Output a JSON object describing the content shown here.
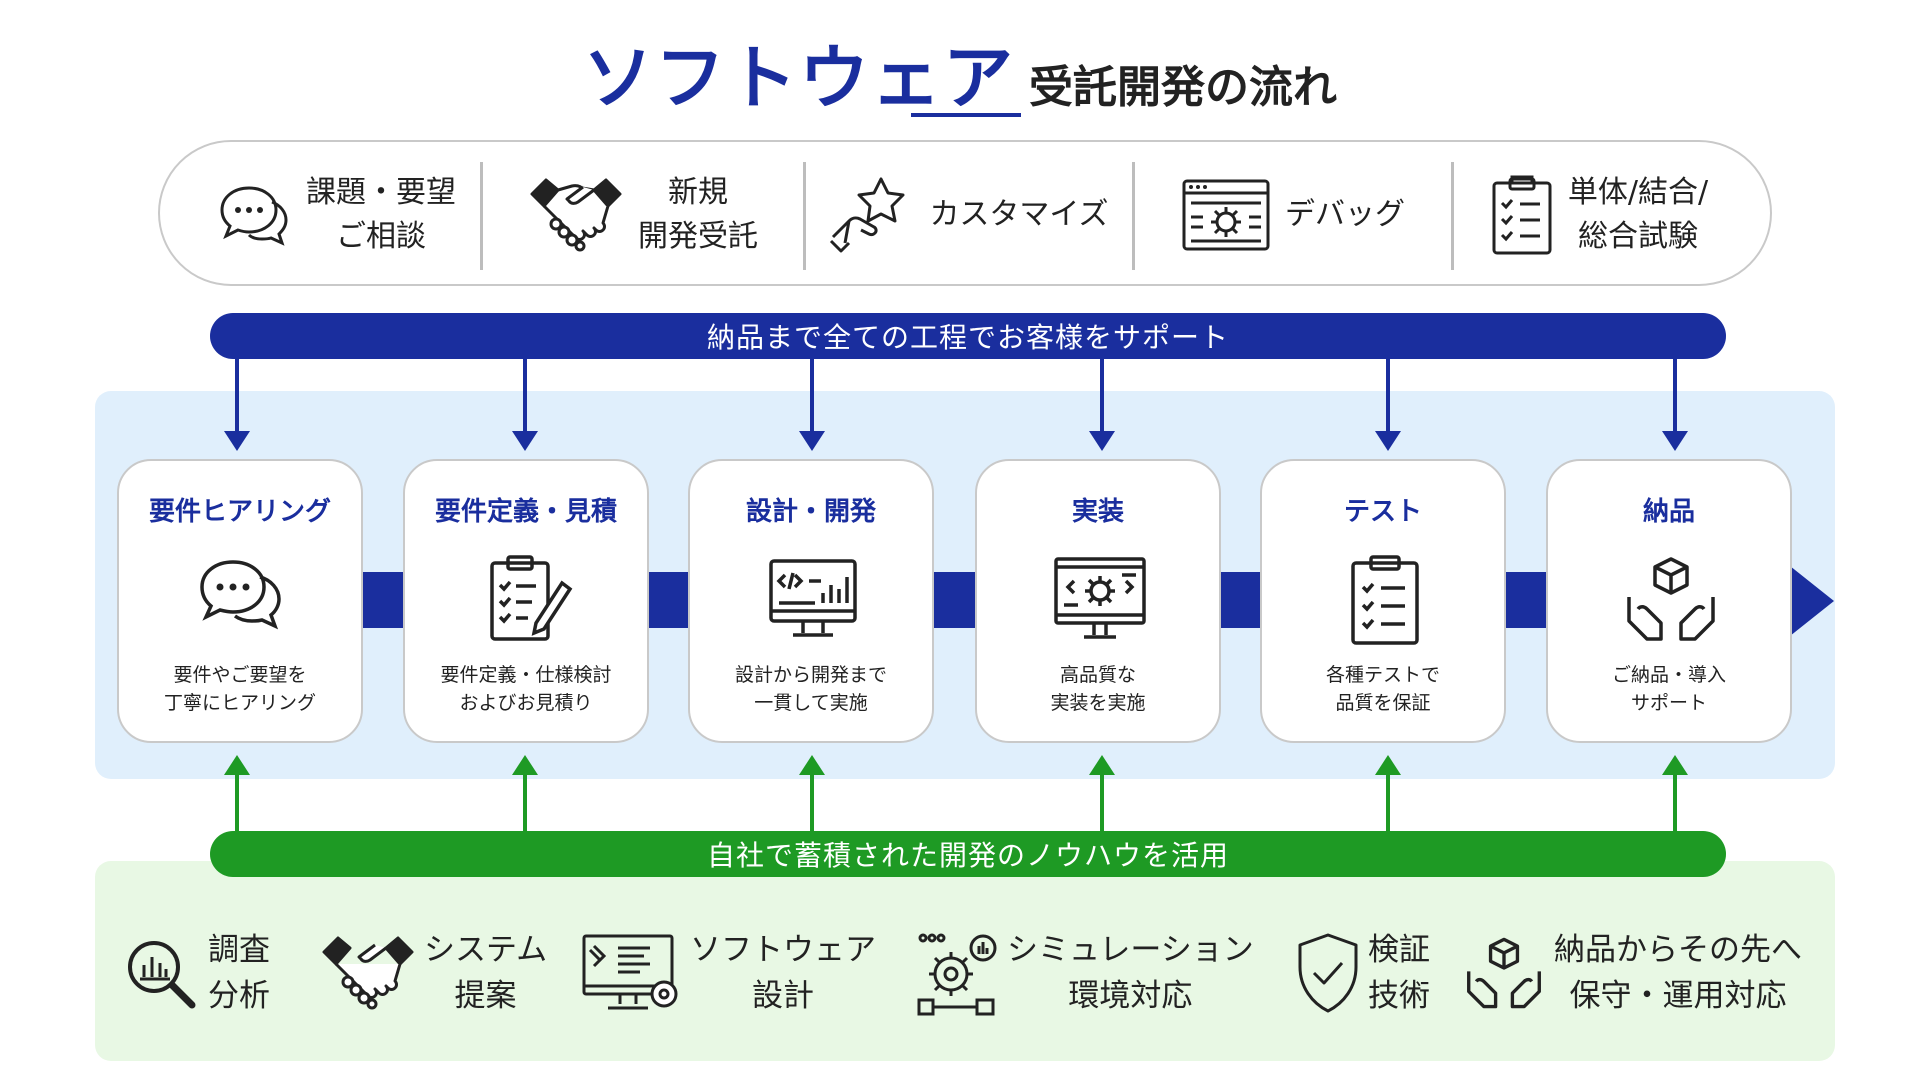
{
  "title": {
    "main": "ソフトウェア",
    "sub": "受託開発の流れ"
  },
  "top_items": [
    {
      "icon": "chat-bubbles-icon",
      "lines": [
        "課題・要望",
        "ご相談"
      ]
    },
    {
      "icon": "handshake-icon",
      "lines": [
        "新規",
        "開発受託"
      ]
    },
    {
      "icon": "star-hand-icon",
      "lines": [
        "カスタマイズ"
      ]
    },
    {
      "icon": "settings-window-icon",
      "lines": [
        "デバッグ"
      ]
    },
    {
      "icon": "checklist-clipboard-icon",
      "lines": [
        "単体/結合/",
        "総合試験"
      ]
    }
  ],
  "support_bar": "納品まで全ての工程でお客様をサポート",
  "steps": [
    {
      "title": "要件ヒアリング",
      "icon": "chat-bubbles-icon",
      "desc": [
        "要件やご要望を",
        "丁寧にヒアリング"
      ]
    },
    {
      "title": "要件定義・見積",
      "icon": "clipboard-pencil-icon",
      "desc": [
        "要件定義・仕様検討",
        "およびお見積り"
      ]
    },
    {
      "title": "設計・開発",
      "icon": "code-monitor-icon",
      "desc": [
        "設計から開発まで",
        "一貫して実施"
      ]
    },
    {
      "title": "実装",
      "icon": "gear-screen-icon",
      "desc": [
        "高品質な",
        "実装を実施"
      ]
    },
    {
      "title": "テスト",
      "icon": "checklist-clipboard-icon",
      "desc": [
        "各種テストで",
        "品質を保証"
      ]
    },
    {
      "title": "納品",
      "icon": "box-hands-icon",
      "desc": [
        "ご納品・導入",
        "サポート"
      ]
    }
  ],
  "knowhow_bar": "自社で蓄積された開発のノウハウを活用",
  "bottom_items": [
    {
      "icon": "magnifier-chart-icon",
      "lines": [
        "調査",
        "分析"
      ]
    },
    {
      "icon": "handshake-icon",
      "lines": [
        "システム",
        "提案"
      ]
    },
    {
      "icon": "monitor-tools-icon",
      "lines": [
        "ソフトウェア",
        "設計"
      ]
    },
    {
      "icon": "simulation-gear-icon",
      "lines": [
        "シミュレーション",
        "環境対応"
      ]
    },
    {
      "icon": "shield-check-icon",
      "lines": [
        "検証",
        "技術"
      ]
    },
    {
      "icon": "box-hands-icon",
      "lines": [
        "納品からその先へ",
        "保守・運用対応"
      ]
    }
  ],
  "colors": {
    "blue": "#1a2e9e",
    "green": "#1e9a24",
    "light_blue": "#e0effc",
    "light_green": "#e8f8e4"
  }
}
